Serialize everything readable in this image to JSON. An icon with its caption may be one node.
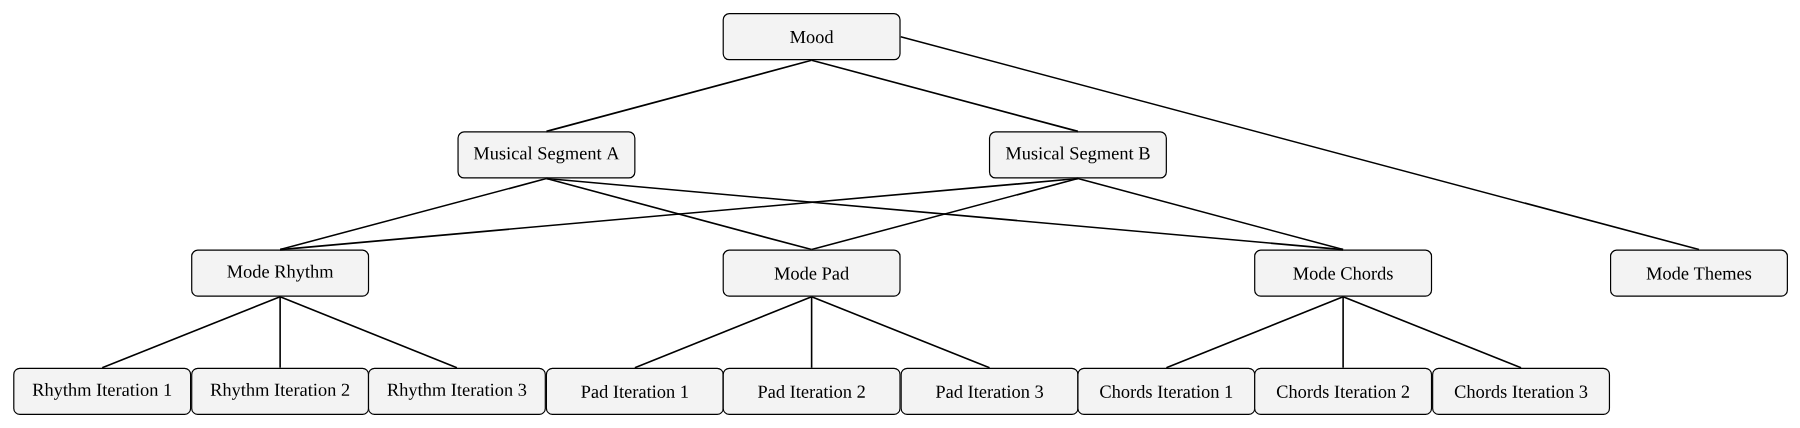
{
  "diagram": {
    "nodes": [
      {
        "text": [
          "Mood"
        ]
      },
      {
        "text": [
          "Musical Segment A"
        ]
      },
      {
        "text": [
          "Musical Segment B"
        ]
      },
      {
        "text": [
          "Mode Rhythm"
        ]
      },
      {
        "text": [
          "Mode Pad"
        ]
      },
      {
        "text": [
          "Mode Chords"
        ]
      },
      {
        "text": [
          "Mode Themes"
        ]
      },
      {
        "text": [
          "Rhythm Iteration 1"
        ]
      },
      {
        "text": [
          "Rhythm Iteration 2"
        ]
      },
      {
        "text": [
          "Rhythm Iteration 3"
        ]
      },
      {
        "text": [
          "Pad Iteration 1"
        ]
      },
      {
        "text": [
          "Pad Iteration 2"
        ]
      },
      {
        "text": [
          "Pad Iteration 3"
        ]
      },
      {
        "text": [
          "Chords Iteration 1"
        ]
      },
      {
        "text": [
          "Chords Iteration 2"
        ]
      },
      {
        "text": [
          "Chords Iteration 3"
        ]
      }
    ],
    "edges": [
      {
        "from": 0,
        "to": 1,
        "arrow": "none"
      },
      {
        "from": 0,
        "to": 2,
        "arrow": "none"
      },
      {
        "from": 0,
        "to": 6,
        "arrow": "none"
      },
      {
        "from": 1,
        "to": 3,
        "arrow": "none"
      },
      {
        "from": 1,
        "to": 4,
        "arrow": "none"
      },
      {
        "from": 1,
        "to": 5,
        "arrow": "none"
      },
      {
        "from": 2,
        "to": 3,
        "arrow": "none"
      },
      {
        "from": 2,
        "to": 4,
        "arrow": "none"
      },
      {
        "from": 2,
        "to": 5,
        "arrow": "none"
      },
      {
        "from": 3,
        "to": 7,
        "arrow": "none"
      },
      {
        "from": 3,
        "to": 8,
        "arrow": "none"
      },
      {
        "from": 3,
        "to": 9,
        "arrow": "none"
      },
      {
        "from": 4,
        "to": 10,
        "arrow": "none"
      },
      {
        "from": 4,
        "to": 11,
        "arrow": "none"
      },
      {
        "from": 4,
        "to": 12,
        "arrow": "none"
      },
      {
        "from": 5,
        "to": 13,
        "arrow": "none"
      },
      {
        "from": 5,
        "to": 14,
        "arrow": "none"
      },
      {
        "from": 5,
        "to": 15,
        "arrow": "none"
      }
    ]
  }
}
